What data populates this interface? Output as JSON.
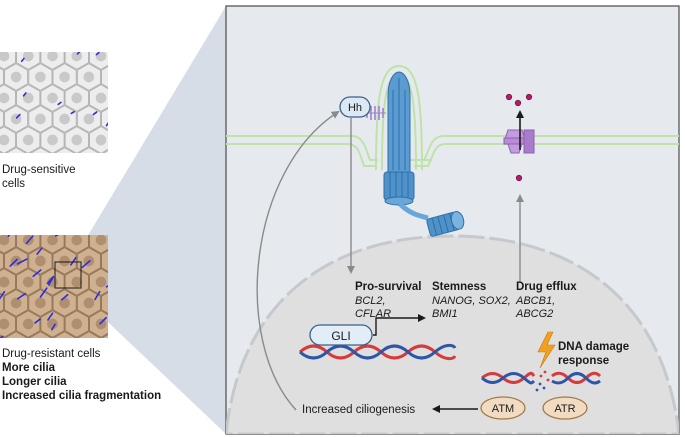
{
  "left_panel": {
    "sensitive_label_line1": "Drug-sensitive",
    "sensitive_label_line2": "cells",
    "resistant_label": "Drug-resistant cells",
    "resistant_traits": [
      "More cilia",
      "Longer cilia",
      "Increased cilia fragmentation"
    ]
  },
  "main_panel": {
    "hh_label": "Hh",
    "gli_label": "GLI",
    "pro_survival": {
      "title": "Pro-survival",
      "genes_line1": "BCL2,",
      "genes_line2": "CFLAR"
    },
    "stemness": {
      "title": "Stemness",
      "genes_line1": "NANOG, SOX2,",
      "genes_line2": "BMI1"
    },
    "drug_efflux": {
      "title": "Drug efflux",
      "genes_line1": "ABCB1,",
      "genes_line2": "ABCG2"
    },
    "dna_damage_line1": "DNA damage",
    "dna_damage_line2": "response",
    "atm_label": "ATM",
    "atr_label": "ATR",
    "ciliogenesis_label": "Increased ciliogenesis"
  },
  "colors": {
    "panel_bg": "#e6eaef",
    "nucleus": "#dfdfdf",
    "membrane": "#bfe3a6",
    "cilium_blue": "#3d87c4",
    "efflux_pump": "#b98ad8",
    "dots": "#b21d68",
    "enzyme_fill": "#f1dcc3",
    "enzyme_stroke": "#a37a46",
    "dna_red": "#d63a3a",
    "dna_blue": "#2e56a8",
    "lightning": "#f3a021",
    "resistant_tissue": "#c9a98a",
    "sensitive_tissue": "#e9e9e9"
  }
}
